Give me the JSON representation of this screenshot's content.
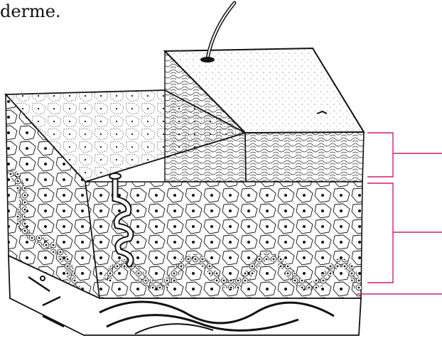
{
  "caption": {
    "text": "derme."
  },
  "colors": {
    "ink": "#111111",
    "label_line": "#d01c7a",
    "paper": "#ffffff"
  },
  "label_lines": [
    {
      "id": "upper-layer"
    },
    {
      "id": "middle-layer"
    },
    {
      "id": "basal-layer"
    }
  ]
}
